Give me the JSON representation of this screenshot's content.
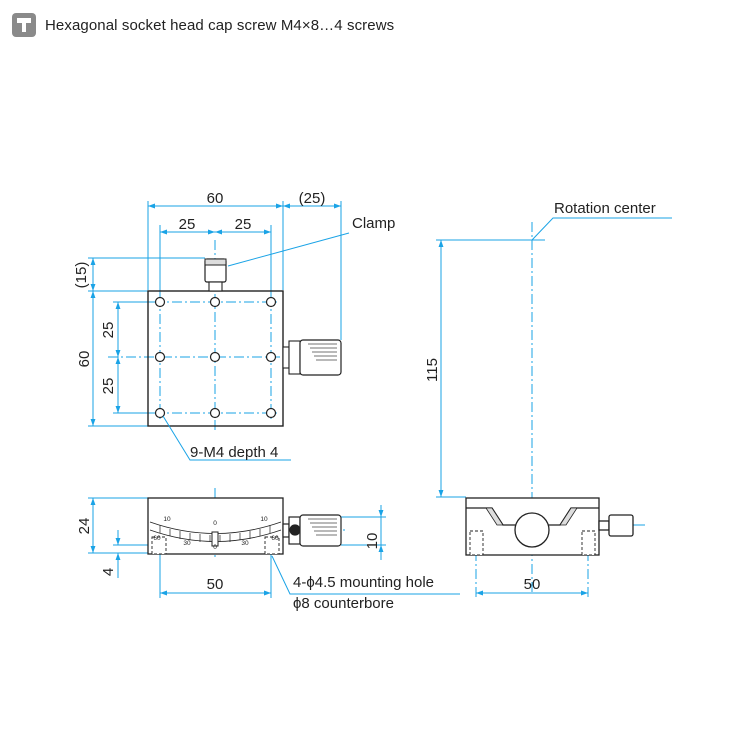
{
  "header_note": {
    "icon": "screw-icon",
    "text": "Hexagonal socket head cap screw M4×8…4 screws"
  },
  "colors": {
    "dimension": "#1aa3e6",
    "outline": "#222222"
  },
  "top_view": {
    "dim_width": "60",
    "dim_clamp_offset": "(25)",
    "dim_half_left": "25",
    "dim_half_right": "25",
    "dim_clamp_height": "(15)",
    "dim_height": "60",
    "dim_hole_upper": "25",
    "dim_hole_lower": "25",
    "clamp_label": "Clamp",
    "tapped_holes_label": "9-M4 depth 4"
  },
  "side_view": {
    "rotation_center_label": "Rotation center",
    "dim_height": "115",
    "dim_hole_spacing": "50"
  },
  "front_view": {
    "dim_height": "24",
    "dim_counterbore_depth": "4",
    "dim_clamp_height": "10",
    "dim_hole_spacing": "50",
    "mounting_hole_label": "4-ϕ4.5 mounting hole",
    "counterbore_label": "ϕ8 counterbore",
    "scale_labels": [
      "10",
      "0",
      "10",
      "60",
      "30",
      "0",
      "30",
      "60"
    ]
  }
}
